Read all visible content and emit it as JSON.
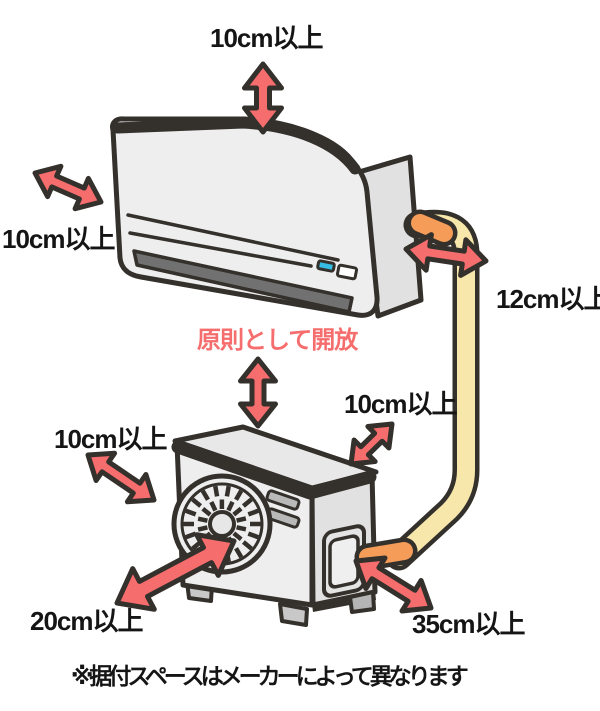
{
  "diagram": {
    "subject": "air-conditioner-installation-clearance",
    "labels": {
      "indoor_top": "10cm以上",
      "indoor_left": "10cm以上",
      "pipe_side": "12cm以上",
      "open_note": "原則として開放",
      "outdoor_top": "10cm以上",
      "outdoor_left": "10cm以上",
      "outdoor_front": "20cm以上",
      "outdoor_right": "35cm以上",
      "footer_note": "※据付スペースはメーカーによって異なります"
    },
    "colors": {
      "arrow_fill": "#f66d6d",
      "outline": "#34302c",
      "unit_body": "#eeeeee",
      "unit_side": "#e1e1e1",
      "vent_slat": "#717171",
      "pipe": "#f7e7ab",
      "pipe_joint": "#f59c58",
      "indicator": "#35bde4",
      "label_text": "#151515"
    },
    "icons": {
      "arrows": [
        "clearance-arrow-indoor-top",
        "clearance-arrow-indoor-left",
        "clearance-arrow-pipe-side",
        "clearance-arrow-outdoor-top",
        "clearance-arrow-outdoor-topright",
        "clearance-arrow-outdoor-left",
        "clearance-arrow-outdoor-front",
        "clearance-arrow-outdoor-right"
      ]
    }
  }
}
